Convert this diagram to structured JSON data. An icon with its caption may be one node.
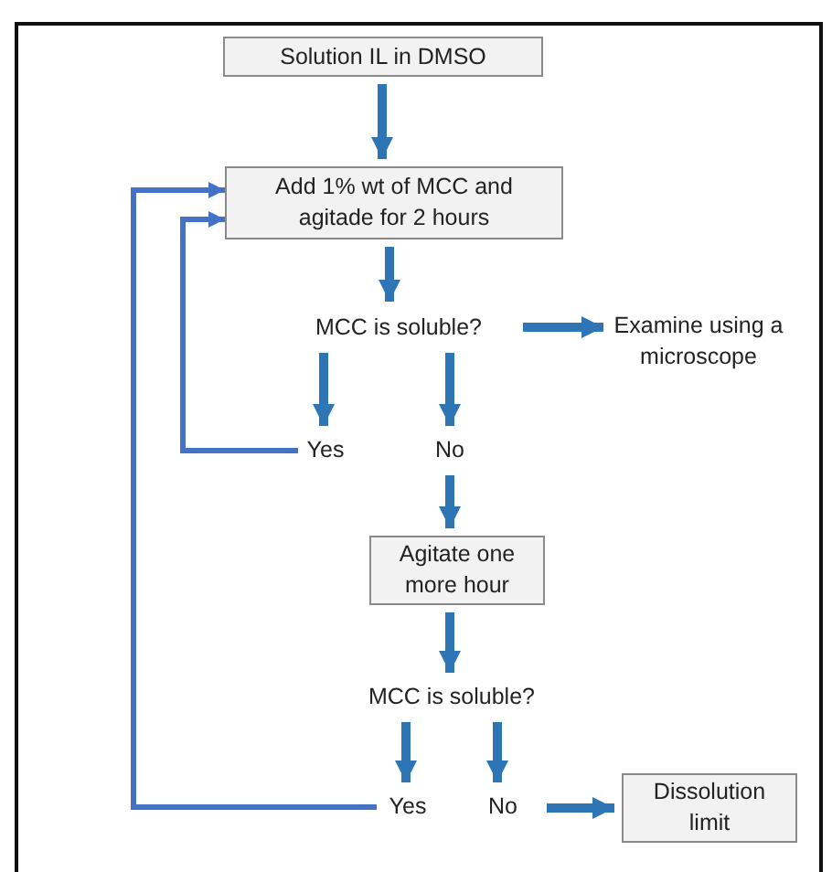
{
  "diagram": {
    "nodes": [
      {
        "text": [
          "Solution IL in DMSO"
        ]
      },
      {
        "text": [
          "Add 1% wt of MCC and agitade for 2 hours"
        ]
      },
      {
        "text": [
          "MCC is soluble?"
        ]
      },
      {
        "text": [
          "Examine using a microscope"
        ]
      },
      {
        "text": [
          "Yes"
        ]
      },
      {
        "text": [
          "No"
        ]
      },
      {
        "text": [
          "Agitate one more hour"
        ]
      },
      {
        "text": [
          "MCC is soluble?"
        ]
      },
      {
        "text": [
          "Yes"
        ]
      },
      {
        "text": [
          "No"
        ]
      },
      {
        "text": [
          "Dissolution limit"
        ]
      }
    ],
    "edges": [
      {
        "from": 0,
        "to": 1,
        "arrow": "to"
      },
      {
        "from": 1,
        "to": 2,
        "arrow": "to"
      },
      {
        "from": 2,
        "to": 3,
        "arrow": "to"
      },
      {
        "from": 2,
        "to": 4,
        "arrow": "to"
      },
      {
        "from": 2,
        "to": 5,
        "arrow": "to"
      },
      {
        "from": 4,
        "to": 1,
        "arrow": "to",
        "color": "#4472c4"
      },
      {
        "from": 5,
        "to": 6,
        "arrow": "to"
      },
      {
        "from": 6,
        "to": 7,
        "arrow": "to"
      },
      {
        "from": 7,
        "to": 8,
        "arrow": "to"
      },
      {
        "from": 7,
        "to": 9,
        "arrow": "to"
      },
      {
        "from": 8,
        "to": 1,
        "arrow": "to",
        "color": "#4472c4"
      },
      {
        "from": 9,
        "to": 10,
        "arrow": "to"
      }
    ]
  }
}
